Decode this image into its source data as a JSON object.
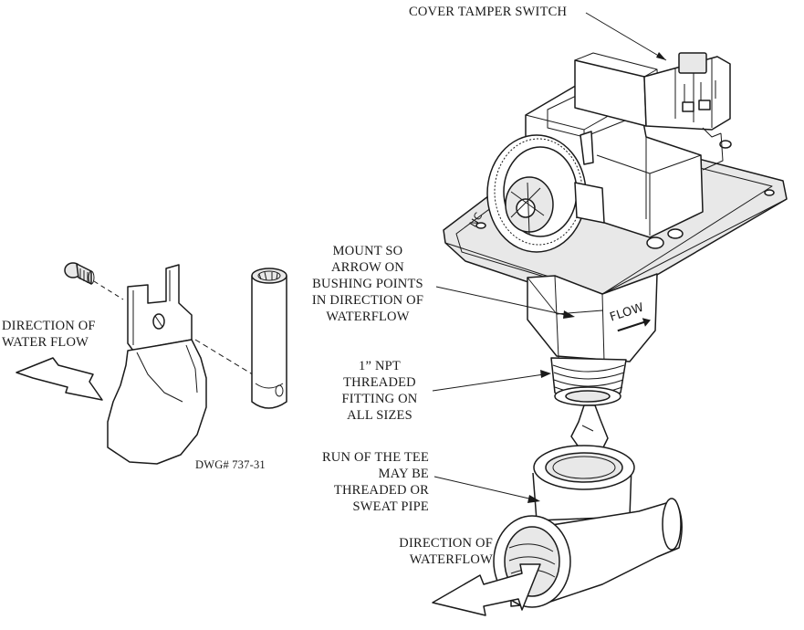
{
  "labels": {
    "cover_tamper_switch": "COVER TAMPER SWITCH",
    "mount_so_arrow": [
      "MOUNT SO",
      "ARROW ON",
      "BUSHING POINTS",
      "IN DIRECTION OF",
      "WATERFLOW"
    ],
    "npt_fitting": [
      "1” NPT",
      "THREADED",
      "FITTING ON",
      "ALL SIZES"
    ],
    "run_of_tee": [
      "RUN OF THE TEE",
      "MAY BE",
      "THREADED OR",
      "SWEAT PIPE"
    ],
    "direction_waterflow_right": [
      "DIRECTION OF",
      "WATERFLOW"
    ],
    "direction_water_flow_left": [
      "DIRECTION OF",
      "WATER FLOW"
    ],
    "drawing_number": "DWG# 737-31",
    "bushing_flow_text": "FLOW",
    "nc_marking": "NC"
  }
}
